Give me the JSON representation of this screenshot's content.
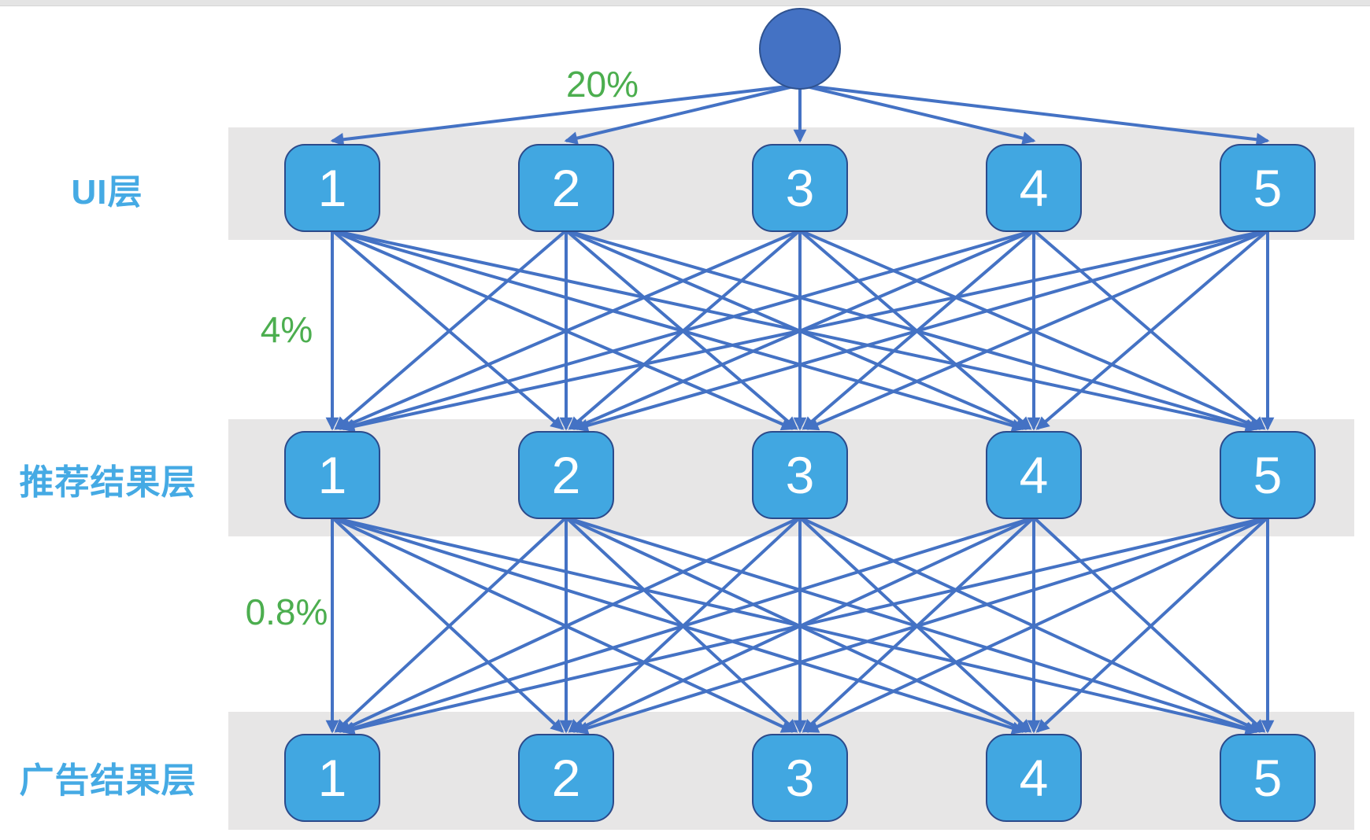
{
  "colors": {
    "node_fill": "#41a7e1",
    "node_stroke": "#2b4a8b",
    "node_text": "#ffffff",
    "band": "#e7e6e6",
    "top_strip": "#e4e4e4",
    "arrow": "#4472c4",
    "circle_fill": "#4472c4",
    "circle_stroke": "#2f528f",
    "layer_label": "#45aae4",
    "rate_label": "#4cae4f"
  },
  "layers": [
    {
      "name": "UI层",
      "nodes": [
        "1",
        "2",
        "3",
        "4",
        "5"
      ]
    },
    {
      "name": "推荐结果层",
      "nodes": [
        "1",
        "2",
        "3",
        "4",
        "5"
      ]
    },
    {
      "name": "广告结果层",
      "nodes": [
        "1",
        "2",
        "3",
        "4",
        "5"
      ]
    }
  ],
  "conversion_rates": [
    {
      "label": "20%",
      "from": "root",
      "to": "UI层"
    },
    {
      "label": "4%",
      "from": "UI层",
      "to": "推荐结果层"
    },
    {
      "label": "0.8%",
      "from": "推荐结果层",
      "to": "广告结果层"
    }
  ]
}
